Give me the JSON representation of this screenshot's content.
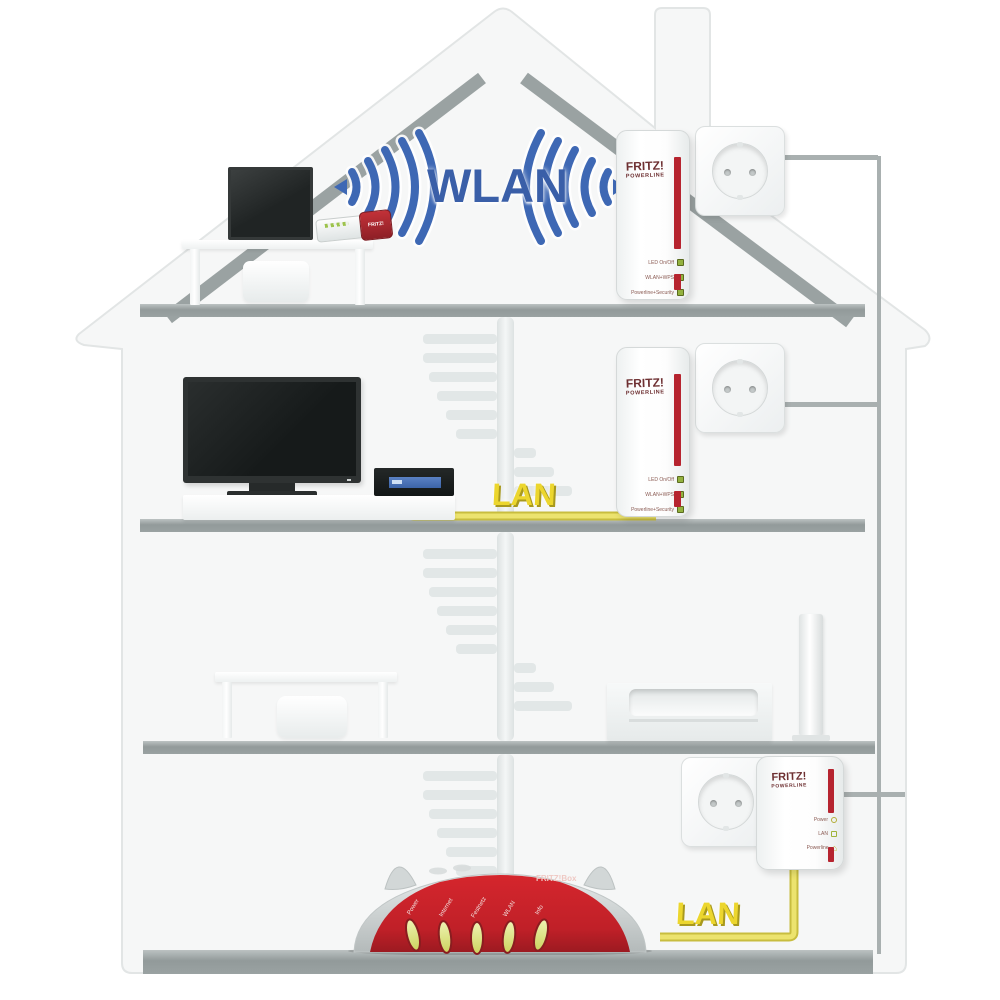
{
  "labels": {
    "wlan": "WLAN",
    "lan_upper": "LAN",
    "lan_lower": "LAN"
  },
  "devices": {
    "adapter_attic": {
      "brand": "FRITZ!",
      "product": "Powerline",
      "leds": [
        "LED On/Off",
        "WLAN+WPS",
        "Powerline+Security"
      ]
    },
    "adapter_living": {
      "brand": "FRITZ!",
      "product": "Powerline",
      "leds": [
        "LED On/Off",
        "WLAN+WPS",
        "Powerline+Security"
      ]
    },
    "adapter_ground": {
      "brand": "FRITZ!",
      "product": "Powerline",
      "leds": [
        "Power",
        "LAN",
        "Powerline"
      ]
    },
    "usb_stick": {
      "label": "FRITZ!"
    },
    "router": {
      "name": "FRITZ!Box",
      "leds": [
        "Power",
        "Internet",
        "Festnetz",
        "WLAN",
        "Info"
      ]
    }
  },
  "colors": {
    "accent_red": "#b6242f",
    "router_red": "#c8232b",
    "wlan_blue": "#3a5fa8",
    "lan_yellow": "#ecd62e",
    "led_green": "#93b23f",
    "structure_grey": "#98a0a0"
  }
}
